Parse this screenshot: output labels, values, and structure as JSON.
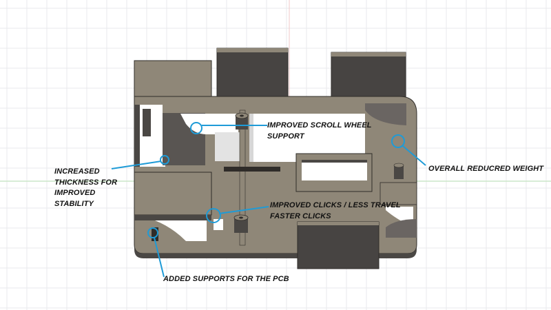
{
  "viewport": {
    "grid_visible": true,
    "background_color": "#ffffff",
    "grid_color": "#e9eaec",
    "axis_x_color": "#cbe6c8",
    "axis_y_color": "#f0c9c9"
  },
  "model": {
    "material_color": "#8f8778",
    "shadow_color": "#4a4744",
    "edge_color": "#2f2c29"
  },
  "annotations": {
    "marker_color": "#1e9bd7",
    "improved_scroll_wheel": [
      "IMPROVED SCROLL WHEEL",
      "SUPPORT"
    ],
    "increased_thickness": [
      "INCREASED",
      "THICKNESS FOR",
      "IMPROVED",
      "STABILITY"
    ],
    "improved_clicks": [
      "IMPROVED CLICKS / LESS TRAVEL",
      "FASTER CLICKS"
    ],
    "overall_weight": [
      "OVERALL REDUCRED WEIGHT"
    ],
    "pcb_supports": [
      "ADDED SUPPORTS FOR THE PCB"
    ]
  }
}
